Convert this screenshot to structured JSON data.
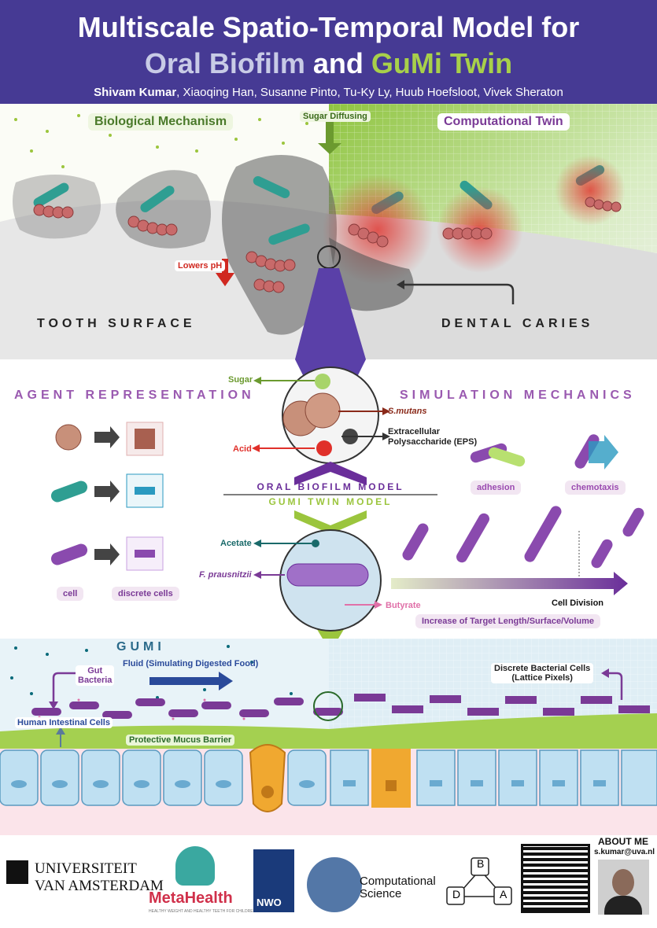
{
  "header": {
    "title_line1": "Multiscale Spatio-Temporal Model for",
    "title_part_a": "Oral Biofilm",
    "title_part_and": " and ",
    "title_part_b": "GuMi Twin",
    "lead_author": "Shivam Kumar",
    "coauthors": ", Xiaoqing Han, Susanne Pinto, Tu-Ky Ly, Huub Hoefsloot, Vivek Sheraton"
  },
  "top": {
    "bio_label": "Biological Mechanism",
    "sugar_label": "Sugar Diffusing",
    "comp_label": "Computational Twin",
    "ph_label": "Lowers pH",
    "tooth_label": "TOOTH SURFACE",
    "caries_label": "DENTAL CARIES"
  },
  "middle": {
    "agent_title": "AGENT REPRESENTATION",
    "sim_title": "SIMULATION MECHANICS",
    "sugar": "Sugar",
    "smutans": "S.mutans",
    "eps_line1": "Extracellular",
    "eps_line2": "Polysaccharide (EPS)",
    "acid": "Acid",
    "oral_model": "ORAL BIOFILM MODEL",
    "gumi_model": "GUMI TWIN MODEL",
    "acetate": "Acetate",
    "fprau": "F. prausnitzii",
    "butyrate": "Butyrate",
    "cell": "cell",
    "discrete": "discrete cells",
    "adhesion": "adhesion",
    "chemotaxis": "chemotaxis",
    "cell_division": "Cell Division",
    "target_growth": "Increase of Target Length/Surface/Volume"
  },
  "bottom": {
    "gumi_title": "GUMI",
    "gut_line1": "Gut",
    "gut_line2": "Bacteria",
    "fluid": "Fluid (Simulating Digested Food)",
    "human_cells": "Human Intestinal Cells",
    "mucus": "Protective Mucus Barrier",
    "discrete_line1": "Discrete Bacterial Cells",
    "discrete_line2": "(Lattice Pixels)"
  },
  "footer": {
    "uva_line1": "UNIVERSITEIT",
    "uva_line2": "VAN AMSTERDAM",
    "metahealth": "MetaHealth",
    "metahealth_tag": "HEALTHY WEIGHT AND HEALTHY TEETH FOR CHILDREN",
    "nwo": "NWO",
    "cs_line1": "Computational",
    "cs_line2": "Science",
    "b": "B",
    "d": "D",
    "a": "A",
    "about_me": "ABOUT ME",
    "email": "s.kumar@uva.nl"
  },
  "colors": {
    "header": "#463a94",
    "purple": "#7a3a96",
    "green": "#9bc53d",
    "red": "#e03a2a"
  },
  "icons": [
    "bacteria-rod-icon",
    "bacteria-cocci-icon",
    "arrow-right-icon",
    "qr-code-icon"
  ]
}
